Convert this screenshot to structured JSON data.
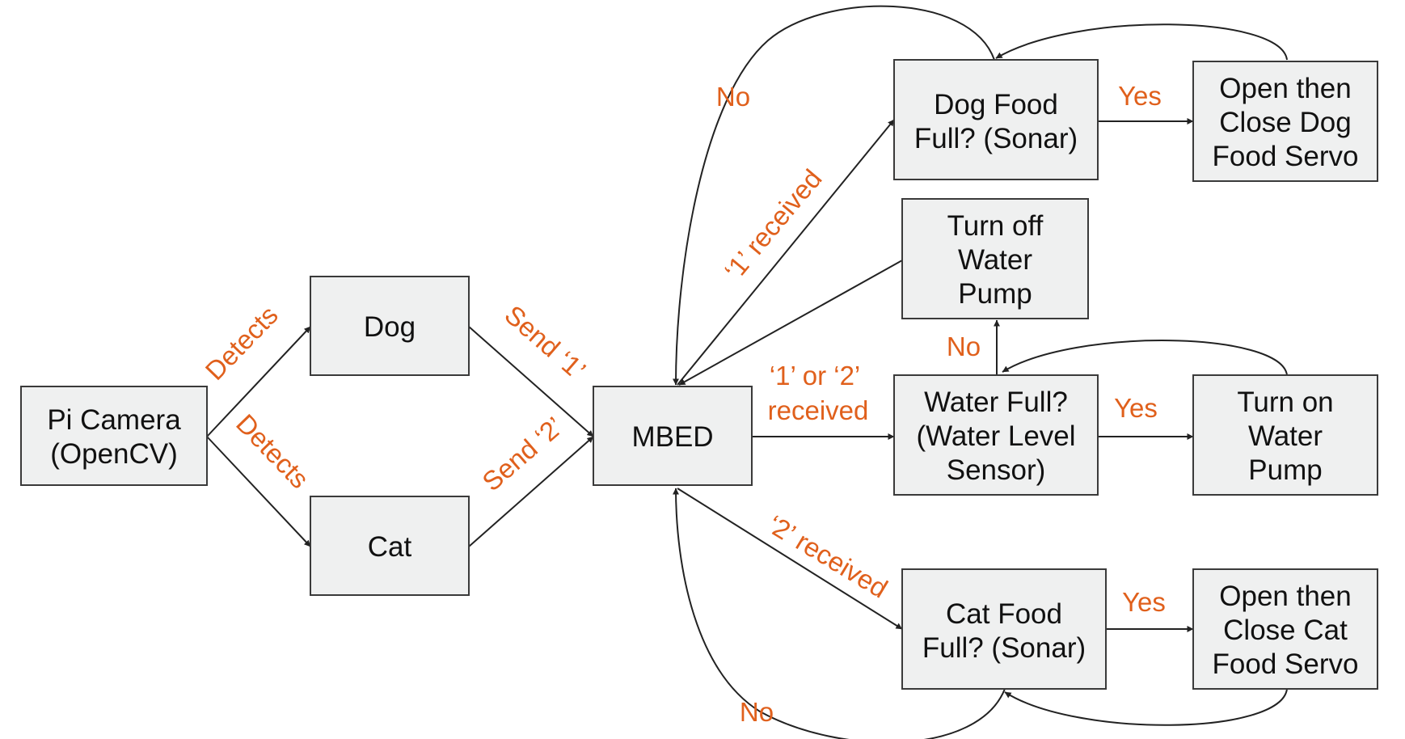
{
  "colors": {
    "node_fill": "#eff0f0",
    "node_border": "#3a3a3a",
    "edge": "#222222",
    "edge_label": "#e0601c"
  },
  "nodes": {
    "pi_camera": [
      "Pi Camera",
      "(OpenCV)"
    ],
    "dog": [
      "Dog"
    ],
    "cat": [
      "Cat"
    ],
    "mbed": [
      "MBED"
    ],
    "dog_food_full": [
      "Dog Food",
      "Full? (Sonar)"
    ],
    "open_close_dog_servo": [
      "Open then",
      "Close Dog",
      "Food Servo"
    ],
    "turn_off_pump": [
      "Turn off",
      "Water",
      "Pump"
    ],
    "water_full": [
      "Water Full?",
      "(Water Level",
      "Sensor)"
    ],
    "turn_on_pump": [
      "Turn on",
      "Water",
      "Pump"
    ],
    "cat_food_full": [
      "Cat Food",
      "Full? (Sonar)"
    ],
    "open_close_cat_servo": [
      "Open then",
      "Close Cat",
      "Food Servo"
    ]
  },
  "edge_labels": {
    "detects_dog": "Detects",
    "detects_cat": "Detects",
    "send_1": "Send ‘1’",
    "send_2": "Send ‘2’",
    "one_received": "‘1’ received",
    "one_or_two_received": [
      "‘1’ or ‘2’",
      "received"
    ],
    "two_received": "‘2’ received",
    "dog_yes": "Yes",
    "dog_no": "No",
    "water_yes": "Yes",
    "water_no": "No",
    "cat_yes": "Yes",
    "cat_no": "No"
  }
}
